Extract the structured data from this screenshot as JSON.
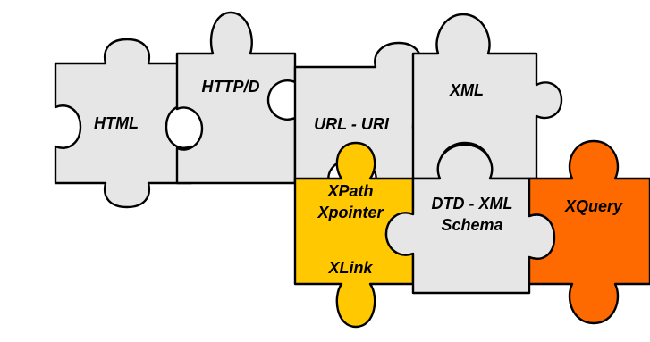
{
  "colors": {
    "gray_piece": "#E6E6E6",
    "yellow_piece": "#FFC800",
    "orange_piece": "#FF6A00",
    "outline": "#000000"
  },
  "pieces": {
    "html": {
      "label": "HTML"
    },
    "http": {
      "label": "HTTP/D"
    },
    "url": {
      "label": "URL - URI"
    },
    "xml": {
      "label": "XML"
    },
    "xpath": {
      "line1": "XPath",
      "line2": "Xpointer"
    },
    "xlink": {
      "label": "XLink"
    },
    "dtd": {
      "line1": "DTD - XML",
      "line2": "Schema"
    },
    "xquery": {
      "label": "XQuery"
    }
  }
}
